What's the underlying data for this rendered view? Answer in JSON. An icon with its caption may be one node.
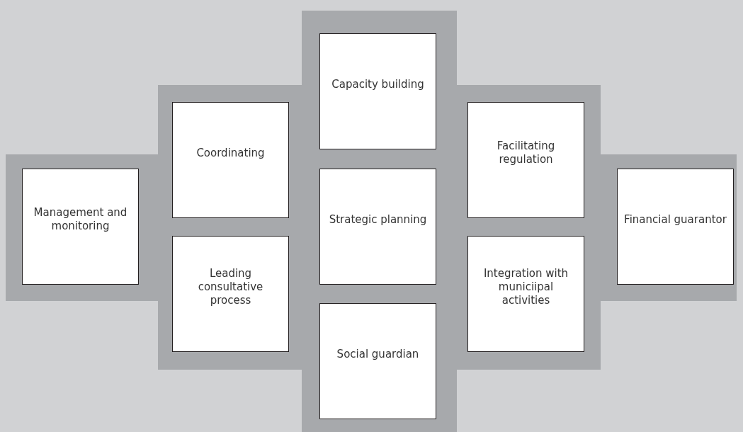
{
  "diagram": {
    "nodes": [
      {
        "text": [
          "Capacity building"
        ]
      },
      {
        "text": [
          "Coordinating"
        ]
      },
      {
        "text": [
          "Facilitating regulation"
        ]
      },
      {
        "text": [
          "Management and monitoring"
        ]
      },
      {
        "text": [
          "Strategic planning"
        ]
      },
      {
        "text": [
          "Financial guarantor"
        ]
      },
      {
        "text": [
          "Leading consultative process"
        ]
      },
      {
        "text": [
          "Integration with municiipal activities"
        ]
      },
      {
        "text": [
          "Social guardian"
        ]
      }
    ]
  }
}
